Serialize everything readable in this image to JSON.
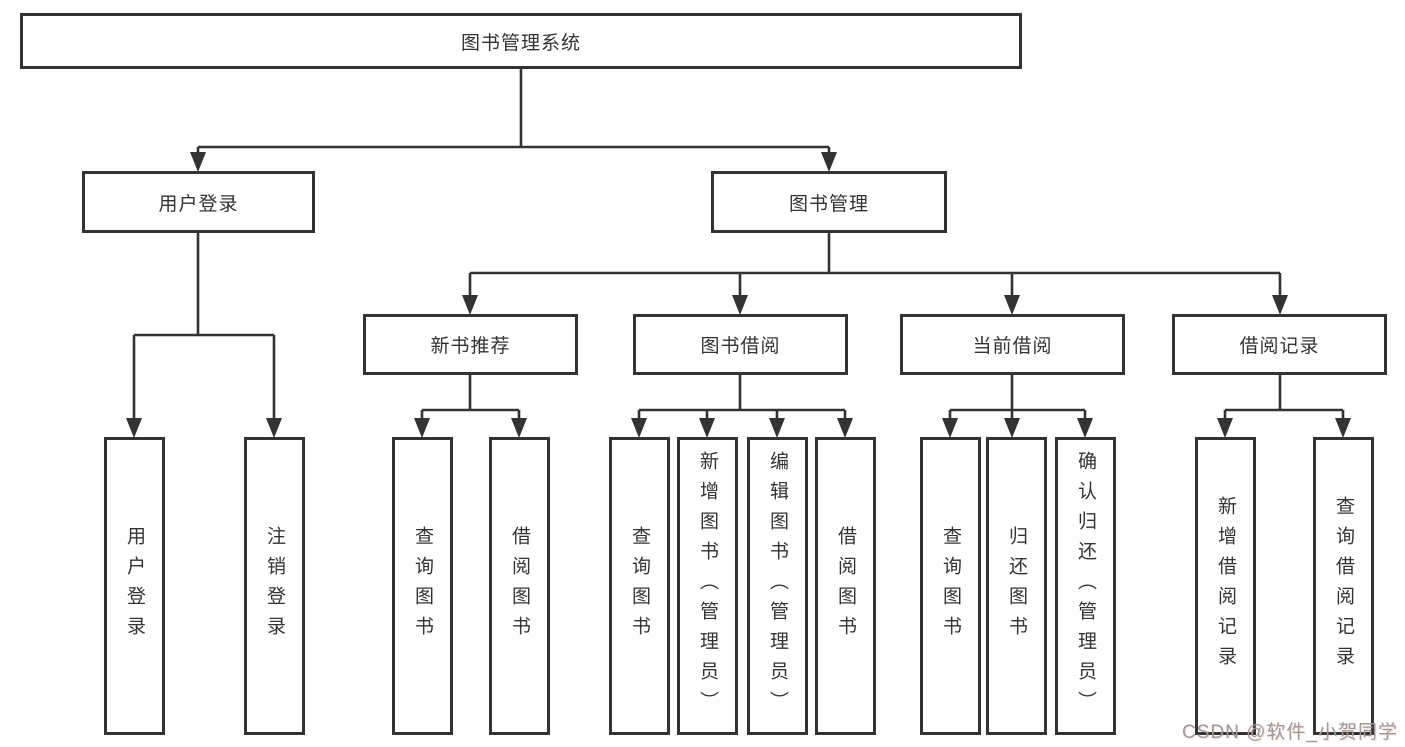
{
  "diagram": {
    "root": {
      "label": "图书管理系统"
    },
    "level2": [
      {
        "label": "用户登录"
      },
      {
        "label": "图书管理"
      }
    ],
    "level3": [
      {
        "label": "新书推荐"
      },
      {
        "label": "图书借阅"
      },
      {
        "label": "当前借阅"
      },
      {
        "label": "借阅记录"
      }
    ],
    "leaves": [
      {
        "label": "用户登录"
      },
      {
        "label": "注销登录"
      },
      {
        "label": "查询图书"
      },
      {
        "label": "借阅图书"
      },
      {
        "label": "查询图书"
      },
      {
        "label": "新增图书（管理员）"
      },
      {
        "label": "编辑图书（管理员）"
      },
      {
        "label": "借阅图书"
      },
      {
        "label": "查询图书"
      },
      {
        "label": "归还图书"
      },
      {
        "label": "确认归还（管理员）"
      },
      {
        "label": "新增借阅记录"
      },
      {
        "label": "查询借阅记录"
      }
    ],
    "watermark": "CSDN @软件_小贺同学",
    "colors": {
      "line": "#333333",
      "box_border": "#333333",
      "box_fill": "#ffffff",
      "text": "#333333",
      "background": "#ffffff",
      "watermark": "#9a9a9a"
    }
  }
}
